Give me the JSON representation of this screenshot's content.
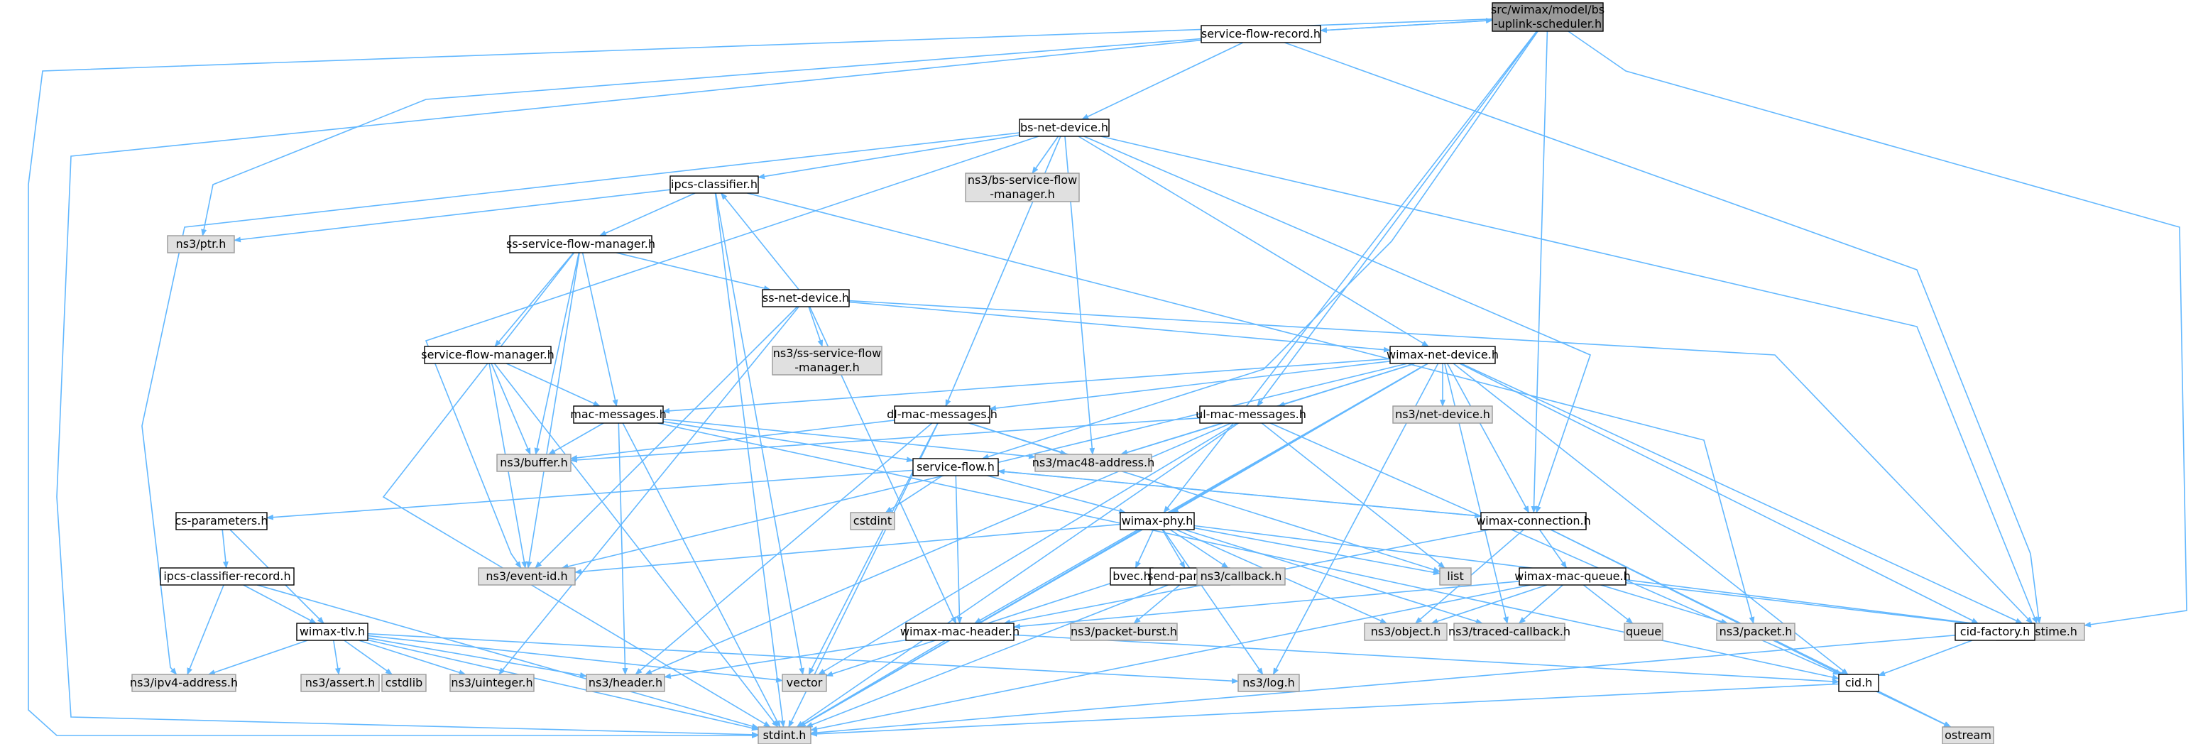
{
  "colors": {
    "edge": "#63b8ff",
    "node_border": "#000000",
    "node_fill": "#ffffff",
    "root_fill": "#999999",
    "system_fill": "#e0e0e0",
    "system_border": "#999999",
    "text": "#000000"
  },
  "nodes": [
    {
      "id": "root",
      "lines": [
        "src/wimax/model/bs",
        "-uplink-scheduler.h"
      ],
      "kind": "root"
    },
    {
      "id": "sfr",
      "lines": [
        "service-flow-record.h"
      ],
      "kind": "local"
    },
    {
      "id": "bsnd",
      "lines": [
        "bs-net-device.h"
      ],
      "kind": "local"
    },
    {
      "id": "ipcs",
      "lines": [
        "ipcs-classifier.h"
      ],
      "kind": "local"
    },
    {
      "id": "bssfm",
      "lines": [
        "ns3/bs-service-flow",
        "-manager.h"
      ],
      "kind": "system"
    },
    {
      "id": "ptr",
      "lines": [
        "ns3/ptr.h"
      ],
      "kind": "system"
    },
    {
      "id": "sssfm",
      "lines": [
        "ss-service-flow-manager.h"
      ],
      "kind": "local"
    },
    {
      "id": "ssnd",
      "lines": [
        "ss-net-device.h"
      ],
      "kind": "local"
    },
    {
      "id": "nsssfm",
      "lines": [
        "ns3/ss-service-flow",
        "-manager.h"
      ],
      "kind": "system"
    },
    {
      "id": "sfm",
      "lines": [
        "service-flow-manager.h"
      ],
      "kind": "local"
    },
    {
      "id": "wnd",
      "lines": [
        "wimax-net-device.h"
      ],
      "kind": "local"
    },
    {
      "id": "netdev",
      "lines": [
        "ns3/net-device.h"
      ],
      "kind": "system"
    },
    {
      "id": "macmsg",
      "lines": [
        "mac-messages.h"
      ],
      "kind": "local"
    },
    {
      "id": "dlmac",
      "lines": [
        "dl-mac-messages.h"
      ],
      "kind": "local"
    },
    {
      "id": "ulmac",
      "lines": [
        "ul-mac-messages.h"
      ],
      "kind": "local"
    },
    {
      "id": "buffer",
      "lines": [
        "ns3/buffer.h"
      ],
      "kind": "system"
    },
    {
      "id": "mac48",
      "lines": [
        "ns3/mac48-address.h"
      ],
      "kind": "system"
    },
    {
      "id": "sf",
      "lines": [
        "service-flow.h"
      ],
      "kind": "local"
    },
    {
      "id": "csparam",
      "lines": [
        "cs-parameters.h"
      ],
      "kind": "local"
    },
    {
      "id": "cstdint",
      "lines": [
        "cstdint"
      ],
      "kind": "system"
    },
    {
      "id": "phy",
      "lines": [
        "wimax-phy.h"
      ],
      "kind": "local"
    },
    {
      "id": "conn",
      "lines": [
        "wimax-connection.h"
      ],
      "kind": "local"
    },
    {
      "id": "ipcsrec",
      "lines": [
        "ipcs-classifier-record.h"
      ],
      "kind": "local"
    },
    {
      "id": "eventid",
      "lines": [
        "ns3/event-id.h"
      ],
      "kind": "system"
    },
    {
      "id": "bvec",
      "lines": [
        "bvec.h"
      ],
      "kind": "local"
    },
    {
      "id": "sendp",
      "lines": [
        "send-params.h"
      ],
      "kind": "local"
    },
    {
      "id": "callback",
      "lines": [
        "ns3/callback.h"
      ],
      "kind": "system"
    },
    {
      "id": "list",
      "lines": [
        "list"
      ],
      "kind": "system"
    },
    {
      "id": "macq",
      "lines": [
        "wimax-mac-queue.h"
      ],
      "kind": "local"
    },
    {
      "id": "tlv",
      "lines": [
        "wimax-tlv.h"
      ],
      "kind": "local"
    },
    {
      "id": "pburst",
      "lines": [
        "ns3/packet-burst.h"
      ],
      "kind": "system"
    },
    {
      "id": "machdr",
      "lines": [
        "wimax-mac-header.h"
      ],
      "kind": "local"
    },
    {
      "id": "object",
      "lines": [
        "ns3/object.h"
      ],
      "kind": "system"
    },
    {
      "id": "traced",
      "lines": [
        "ns3/traced-callback.h"
      ],
      "kind": "system"
    },
    {
      "id": "queue",
      "lines": [
        "queue"
      ],
      "kind": "system"
    },
    {
      "id": "packet",
      "lines": [
        "ns3/packet.h"
      ],
      "kind": "system"
    },
    {
      "id": "nstime",
      "lines": [
        "ns3/nstime.h"
      ],
      "kind": "system"
    },
    {
      "id": "cidf",
      "lines": [
        "cid-factory.h"
      ],
      "kind": "local"
    },
    {
      "id": "ipv4",
      "lines": [
        "ns3/ipv4-address.h"
      ],
      "kind": "system"
    },
    {
      "id": "assert",
      "lines": [
        "ns3/assert.h"
      ],
      "kind": "system"
    },
    {
      "id": "cstdlib",
      "lines": [
        "cstdlib"
      ],
      "kind": "system"
    },
    {
      "id": "uint",
      "lines": [
        "ns3/uinteger.h"
      ],
      "kind": "system"
    },
    {
      "id": "header",
      "lines": [
        "ns3/header.h"
      ],
      "kind": "system"
    },
    {
      "id": "vector",
      "lines": [
        "vector"
      ],
      "kind": "system"
    },
    {
      "id": "log",
      "lines": [
        "ns3/log.h"
      ],
      "kind": "system"
    },
    {
      "id": "cid",
      "lines": [
        "cid.h"
      ],
      "kind": "local"
    },
    {
      "id": "stdint",
      "lines": [
        "stdint.h"
      ],
      "kind": "system"
    },
    {
      "id": "ostream",
      "lines": [
        "ostream"
      ],
      "kind": "system"
    }
  ]
}
